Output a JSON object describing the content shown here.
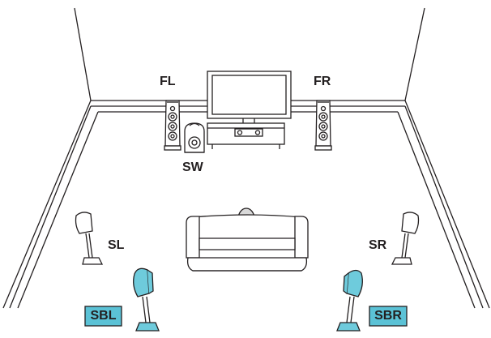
{
  "colors": {
    "line": "#231f20",
    "highlight_fill": "#6ecbdc",
    "highlight_box": "#5bc2d6",
    "person_fill": "#d9d9d9",
    "background": "#ffffff"
  },
  "speakers": {
    "front_left": {
      "label": "FL",
      "highlighted": false
    },
    "front_right": {
      "label": "FR",
      "highlighted": false
    },
    "subwoofer": {
      "label": "SW",
      "highlighted": false
    },
    "surround_left": {
      "label": "SL",
      "highlighted": false
    },
    "surround_right": {
      "label": "SR",
      "highlighted": false
    },
    "surround_back_left": {
      "label": "SBL",
      "highlighted": true
    },
    "surround_back_right": {
      "label": "SBR",
      "highlighted": true
    }
  },
  "icons": {
    "tv": "tv-icon",
    "tv_stand": "tv-stand-icon",
    "sofa": "sofa-icon",
    "listener": "listener-icon",
    "room": "room-outline"
  }
}
